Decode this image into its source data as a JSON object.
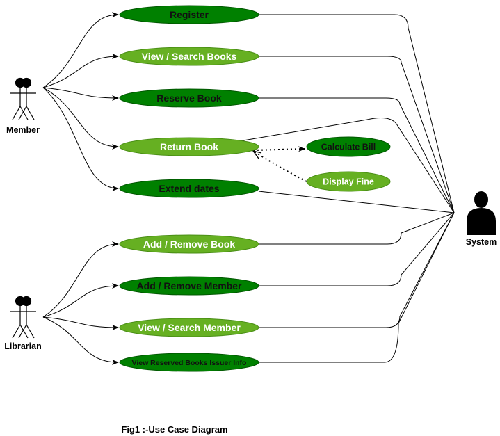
{
  "colors": {
    "dark_green": "#008000",
    "light_green": "#66b022",
    "outline_dark": "#005700",
    "outline_light": "#4a8f15",
    "case_text_dark": "#111111",
    "case_text_light": "#ffffff",
    "line": "#000000"
  },
  "actors": {
    "member": {
      "label": "Member"
    },
    "librarian": {
      "label": "Librarian"
    },
    "system": {
      "label": "System"
    }
  },
  "use_cases": [
    {
      "id": "register",
      "label": "Register",
      "style": "dark",
      "actor": "member"
    },
    {
      "id": "view-search-books",
      "label": "View / Search Books",
      "style": "light",
      "actor": "member"
    },
    {
      "id": "reserve-book",
      "label": "Reserve Book",
      "style": "dark",
      "actor": "member"
    },
    {
      "id": "return-book",
      "label": "Return Book",
      "style": "light",
      "actor": "member"
    },
    {
      "id": "extend-dates",
      "label": "Extend dates",
      "style": "dark",
      "actor": "member"
    },
    {
      "id": "add-remove-book",
      "label": "Add / Remove Book",
      "style": "light",
      "actor": "librarian"
    },
    {
      "id": "add-remove-member",
      "label": "Add / Remove Member",
      "style": "dark",
      "actor": "librarian"
    },
    {
      "id": "view-search-member",
      "label": "View / Search Member",
      "style": "light",
      "actor": "librarian"
    },
    {
      "id": "view-reserved-books-issuer-info",
      "label": "View Reserved Books Issuer Info",
      "style": "dark",
      "actor": "librarian"
    }
  ],
  "extensions": [
    {
      "id": "calculate-bill",
      "label": "Calculate Bill",
      "style": "dark",
      "base": "return-book"
    },
    {
      "id": "display-fine",
      "label": "Display Fine",
      "style": "light",
      "base": "return-book"
    }
  ],
  "caption": "Fig1 :-Use Case Diagram"
}
